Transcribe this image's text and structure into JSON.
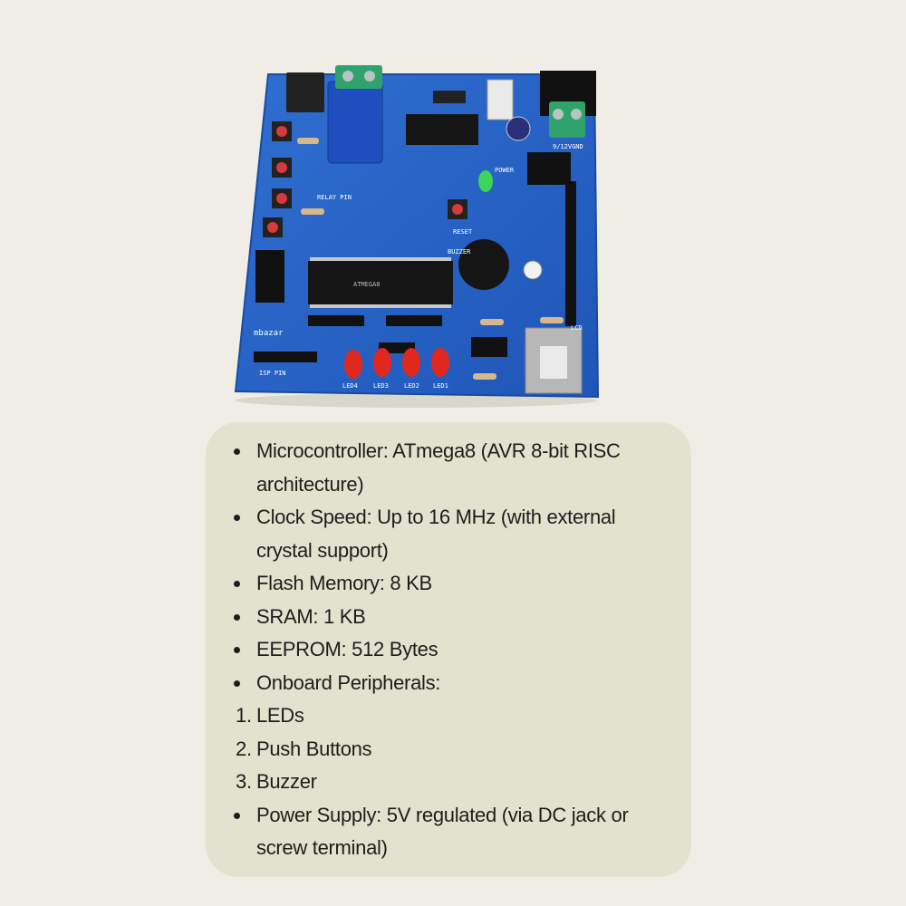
{
  "board": {
    "brand": "mbazar",
    "labels": {
      "relay_pin": "RELAY PIN",
      "power": "POWER",
      "reset": "RESET",
      "buzzer": "BUZZER",
      "lcd": "LCD",
      "isp_pin": "ISP PIN",
      "supply": "9/12VGND",
      "led1": "LED1",
      "led2": "LED2",
      "led3": "LED3",
      "led4": "LED4",
      "chip": "ATMEGA8"
    }
  },
  "specs": [
    {
      "kind": "bullet",
      "text": "Microcontroller: ATmega8 (AVR 8-bit RISC architecture)"
    },
    {
      "kind": "bullet",
      "text": "Clock Speed: Up to 16 MHz (with external crystal support)"
    },
    {
      "kind": "bullet",
      "text": "Flash Memory: 8 KB"
    },
    {
      "kind": "bullet",
      "text": "SRAM: 1 KB"
    },
    {
      "kind": "bullet",
      "text": "EEPROM: 512 Bytes"
    },
    {
      "kind": "bullet",
      "text": "Onboard Peripherals:"
    },
    {
      "kind": "number",
      "n": "1",
      "text": "LEDs"
    },
    {
      "kind": "number",
      "n": "2",
      "text": "Push Buttons"
    },
    {
      "kind": "number",
      "n": "3",
      "text": "Buzzer"
    },
    {
      "kind": "bullet",
      "text": "Power Supply: 5V regulated (via DC jack or screw terminal)"
    }
  ]
}
